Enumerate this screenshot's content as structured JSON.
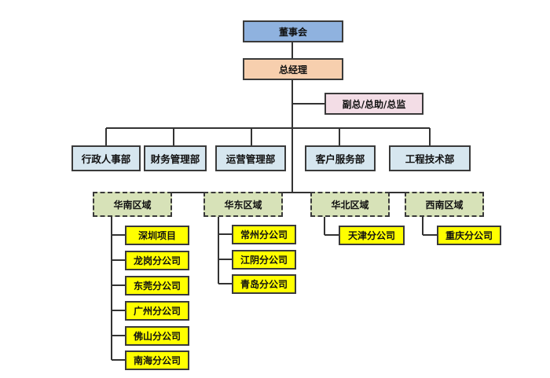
{
  "org_chart": {
    "board": "董事会",
    "general_manager": "总经理",
    "deputies": "副总/总助/总监",
    "departments": [
      "行政人事部",
      "财务管理部",
      "运营管理部",
      "客户服务部",
      "工程技术部"
    ],
    "regions": [
      {
        "name": "华南区域",
        "branches": [
          "深圳项目",
          "龙岗分公司",
          "东莞分公司",
          "广州分公司",
          "佛山分公司",
          "南海分公司"
        ]
      },
      {
        "name": "华东区域",
        "branches": [
          "常州分公司",
          "江阴分公司",
          "青岛分公司"
        ]
      },
      {
        "name": "华北区域",
        "branches": [
          "天津分公司"
        ]
      },
      {
        "name": "西南区域",
        "branches": [
          "重庆分公司"
        ]
      }
    ],
    "colors": {
      "board": "#8fb2df",
      "general_manager": "#f7cfae",
      "deputies": "#f3dde6",
      "departments": "#d6e6ef",
      "regions": "#d7e2b8",
      "branches": "#ffff00"
    }
  }
}
